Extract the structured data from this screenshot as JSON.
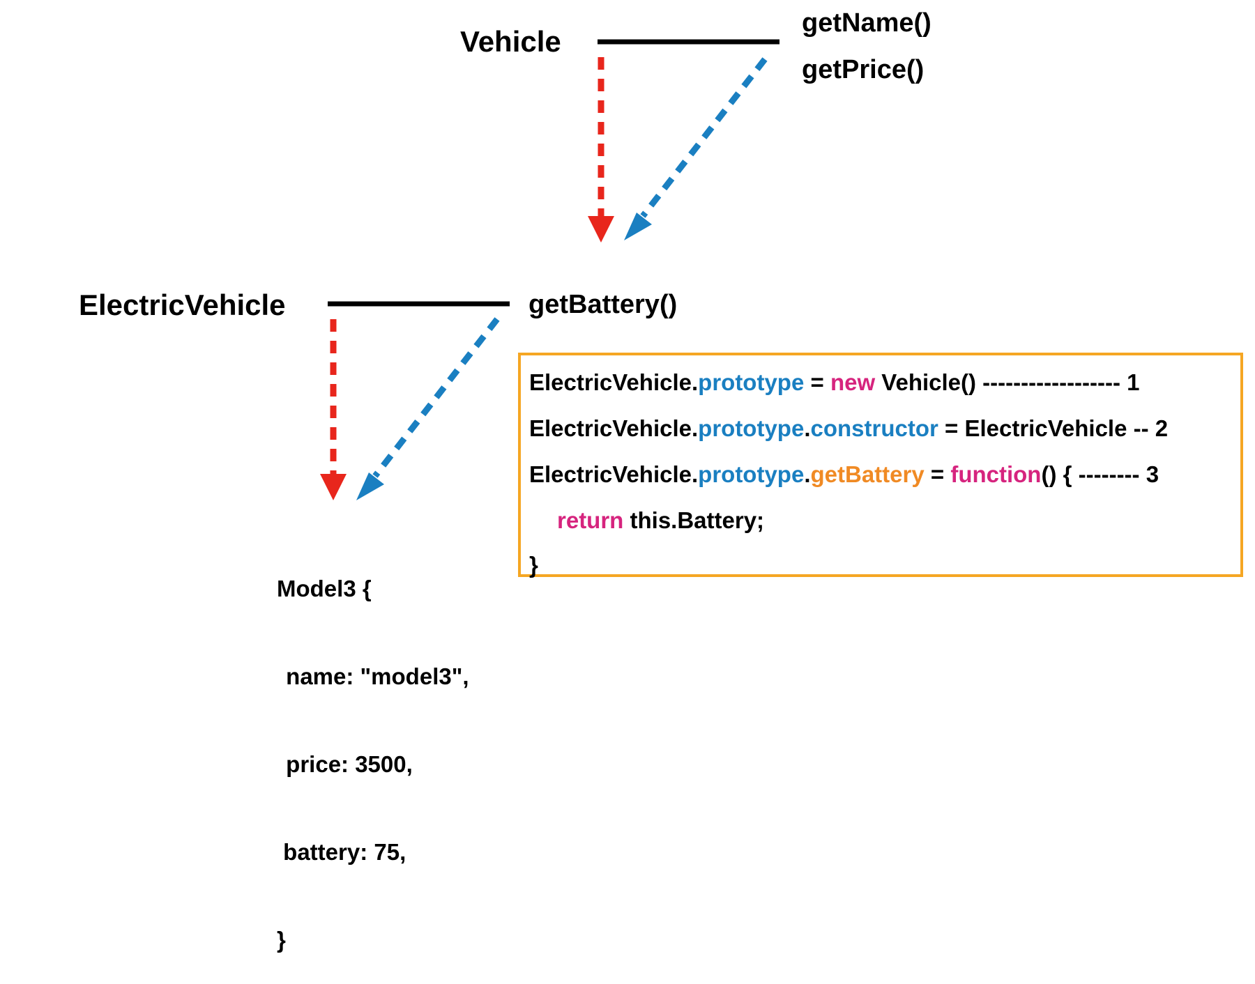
{
  "nodes": {
    "vehicle": {
      "name": "Vehicle",
      "methods": [
        "getName()",
        "getPrice()"
      ]
    },
    "electric_vehicle": {
      "name": "ElectricVehicle",
      "methods": [
        "getBattery()"
      ]
    }
  },
  "object": {
    "lines": [
      "Model3 {",
      " name: \"model3\",",
      " price: 3500,",
      " battery: 75,",
      "}"
    ]
  },
  "code": {
    "line1": [
      {
        "t": "ElectricVehicle.",
        "c": "#000000"
      },
      {
        "t": "prototype",
        "c": "#1a7fc1"
      },
      {
        "t": " = ",
        "c": "#000000"
      },
      {
        "t": "new",
        "c": "#d6247e"
      },
      {
        "t": " Vehicle() ------------------ 1",
        "c": "#000000"
      }
    ],
    "line2": [
      {
        "t": "ElectricVehicle.",
        "c": "#000000"
      },
      {
        "t": "prototype",
        "c": "#1a7fc1"
      },
      {
        "t": ".",
        "c": "#000000"
      },
      {
        "t": "constructor",
        "c": "#1a7fc1"
      },
      {
        "t": " = ElectricVehicle -- 2",
        "c": "#000000"
      }
    ],
    "line3": [
      {
        "t": "ElectricVehicle.",
        "c": "#000000"
      },
      {
        "t": "prototype",
        "c": "#1a7fc1"
      },
      {
        "t": ".",
        "c": "#000000"
      },
      {
        "t": "getBattery",
        "c": "#f08a24"
      },
      {
        "t": " = ",
        "c": "#000000"
      },
      {
        "t": "function",
        "c": "#d6247e"
      },
      {
        "t": "() { -------- 3",
        "c": "#000000"
      }
    ],
    "line4": [
      {
        "t": "return",
        "c": "#d6247e"
      },
      {
        "t": " this.Battery;",
        "c": "#000000"
      }
    ],
    "line5": [
      {
        "t": "}",
        "c": "#000000"
      }
    ]
  },
  "colors": {
    "inheritance_arrow": "#e8261c",
    "method_arrow": "#1a7fc1",
    "code_box_border": "#f5a623"
  }
}
